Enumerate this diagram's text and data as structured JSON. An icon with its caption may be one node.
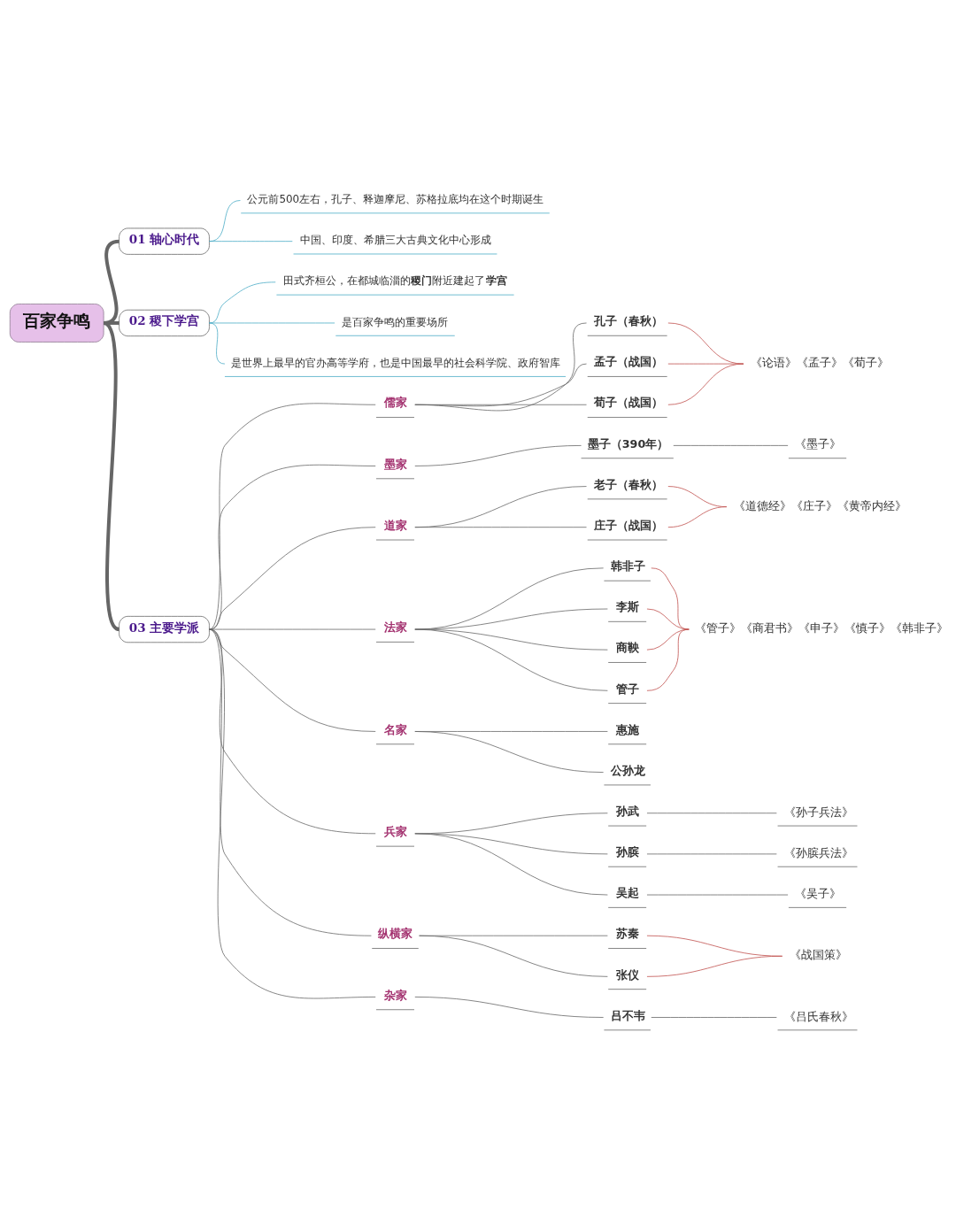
{
  "diagram": {
    "nodes": [
      {
        "text": [
          "百家争鸣"
        ]
      },
      {
        "text": [
          "01 轴心时代"
        ]
      },
      {
        "text": [
          "公元前500左右，孔子、释迦摩尼、苏格拉底均在这个时期诞生"
        ]
      },
      {
        "text": [
          "中国、印度、希腊三大古典文化中心形成"
        ]
      },
      {
        "text": [
          "02 稷下学宫"
        ]
      },
      {
        "text": [
          "田式齐桓公，在都城临淄的**稷门**附近建起了**学宫**"
        ]
      },
      {
        "text": [
          "是百家争鸣的重要场所"
        ]
      },
      {
        "text": [
          "是世界上最早的官办高等学府，也是中国最早的社会科学院、政府智库"
        ]
      },
      {
        "text": [
          "03 主要学派"
        ]
      },
      {
        "text": [
          "儒家"
        ]
      },
      {
        "text": [
          "孔子（春秋）"
        ]
      },
      {
        "text": [
          "孟子（战国）"
        ]
      },
      {
        "text": [
          "荀子（战国）"
        ]
      },
      {
        "text": [
          "《论语》《孟子》《荀子》"
        ]
      },
      {
        "text": [
          "墨家"
        ]
      },
      {
        "text": [
          "墨子（390年）"
        ]
      },
      {
        "text": [
          "《墨子》"
        ]
      },
      {
        "text": [
          "道家"
        ]
      },
      {
        "text": [
          "老子（春秋）"
        ]
      },
      {
        "text": [
          "庄子（战国）"
        ]
      },
      {
        "text": [
          "《道德经》《庄子》《黄帝内经》"
        ]
      },
      {
        "text": [
          "法家"
        ]
      },
      {
        "text": [
          "韩非子"
        ]
      },
      {
        "text": [
          "李斯"
        ]
      },
      {
        "text": [
          "商鞅"
        ]
      },
      {
        "text": [
          "管子"
        ]
      },
      {
        "text": [
          "《管子》《商君书》《申子》《慎子》《韩非子》"
        ]
      },
      {
        "text": [
          "名家"
        ]
      },
      {
        "text": [
          "惠施"
        ]
      },
      {
        "text": [
          "公孙龙"
        ]
      },
      {
        "text": [
          "兵家"
        ]
      },
      {
        "text": [
          "孙武"
        ]
      },
      {
        "text": [
          "《孙子兵法》"
        ]
      },
      {
        "text": [
          "孙膑"
        ]
      },
      {
        "text": [
          "《孙膑兵法》"
        ]
      },
      {
        "text": [
          "吴起"
        ]
      },
      {
        "text": [
          "《吴子》"
        ]
      },
      {
        "text": [
          "纵横家"
        ]
      },
      {
        "text": [
          "苏秦"
        ]
      },
      {
        "text": [
          "张仪"
        ]
      },
      {
        "text": [
          "《战国策》"
        ]
      },
      {
        "text": [
          "杂家"
        ]
      },
      {
        "text": [
          "吕不韦"
        ]
      },
      {
        "text": [
          "《吕氏春秋》"
        ]
      }
    ],
    "edges": [
      {
        "from": 0,
        "to": 1,
        "arrow": "none",
        "style": "thick"
      },
      {
        "from": 1,
        "to": 2,
        "arrow": "none",
        "color": "#4bacc6"
      },
      {
        "from": 1,
        "to": 3,
        "arrow": "none",
        "color": "#4bacc6"
      },
      {
        "from": 0,
        "to": 4,
        "arrow": "none",
        "style": "thick"
      },
      {
        "from": 4,
        "to": 5,
        "arrow": "none",
        "color": "#4bacc6"
      },
      {
        "from": 4,
        "to": 6,
        "arrow": "none",
        "color": "#4bacc6"
      },
      {
        "from": 4,
        "to": 7,
        "arrow": "none",
        "color": "#4bacc6"
      },
      {
        "from": 0,
        "to": 8,
        "arrow": "none",
        "style": "thick"
      },
      {
        "from": 8,
        "to": 9,
        "arrow": "none"
      },
      {
        "from": 9,
        "to": 10,
        "arrow": "none"
      },
      {
        "from": 9,
        "to": 11,
        "arrow": "none"
      },
      {
        "from": 9,
        "to": 12,
        "arrow": "none"
      },
      {
        "from": 10,
        "to": 13,
        "arrow": "none",
        "color": "#c0504d"
      },
      {
        "from": 11,
        "to": 13,
        "arrow": "none",
        "color": "#c0504d"
      },
      {
        "from": 12,
        "to": 13,
        "arrow": "none",
        "color": "#c0504d"
      },
      {
        "from": 8,
        "to": 14,
        "arrow": "none"
      },
      {
        "from": 14,
        "to": 15,
        "arrow": "none"
      },
      {
        "from": 15,
        "to": 16,
        "arrow": "none"
      },
      {
        "from": 8,
        "to": 17,
        "arrow": "none"
      },
      {
        "from": 17,
        "to": 18,
        "arrow": "none"
      },
      {
        "from": 17,
        "to": 19,
        "arrow": "none"
      },
      {
        "from": 18,
        "to": 20,
        "arrow": "none",
        "color": "#c0504d"
      },
      {
        "from": 19,
        "to": 20,
        "arrow": "none",
        "color": "#c0504d"
      },
      {
        "from": 8,
        "to": 21,
        "arrow": "none"
      },
      {
        "from": 21,
        "to": 22,
        "arrow": "none"
      },
      {
        "from": 21,
        "to": 23,
        "arrow": "none"
      },
      {
        "from": 21,
        "to": 24,
        "arrow": "none"
      },
      {
        "from": 21,
        "to": 25,
        "arrow": "none"
      },
      {
        "from": 22,
        "to": 26,
        "arrow": "none",
        "color": "#c0504d"
      },
      {
        "from": 23,
        "to": 26,
        "arrow": "none",
        "color": "#c0504d"
      },
      {
        "from": 24,
        "to": 26,
        "arrow": "none",
        "color": "#c0504d"
      },
      {
        "from": 25,
        "to": 26,
        "arrow": "none",
        "color": "#c0504d"
      },
      {
        "from": 8,
        "to": 27,
        "arrow": "none"
      },
      {
        "from": 27,
        "to": 28,
        "arrow": "none"
      },
      {
        "from": 27,
        "to": 29,
        "arrow": "none"
      },
      {
        "from": 8,
        "to": 30,
        "arrow": "none"
      },
      {
        "from": 30,
        "to": 31,
        "arrow": "none"
      },
      {
        "from": 31,
        "to": 32,
        "arrow": "none"
      },
      {
        "from": 30,
        "to": 33,
        "arrow": "none"
      },
      {
        "from": 33,
        "to": 34,
        "arrow": "none"
      },
      {
        "from": 30,
        "to": 35,
        "arrow": "none"
      },
      {
        "from": 35,
        "to": 36,
        "arrow": "none"
      },
      {
        "from": 8,
        "to": 37,
        "arrow": "none"
      },
      {
        "from": 37,
        "to": 38,
        "arrow": "none"
      },
      {
        "from": 37,
        "to": 39,
        "arrow": "none"
      },
      {
        "from": 38,
        "to": 40,
        "arrow": "none",
        "color": "#c0504d"
      },
      {
        "from": 39,
        "to": 40,
        "arrow": "none",
        "color": "#c0504d"
      },
      {
        "from": 8,
        "to": 41,
        "arrow": "none"
      },
      {
        "from": 41,
        "to": 42,
        "arrow": "none"
      },
      {
        "from": 42,
        "to": 43,
        "arrow": "none"
      }
    ]
  }
}
